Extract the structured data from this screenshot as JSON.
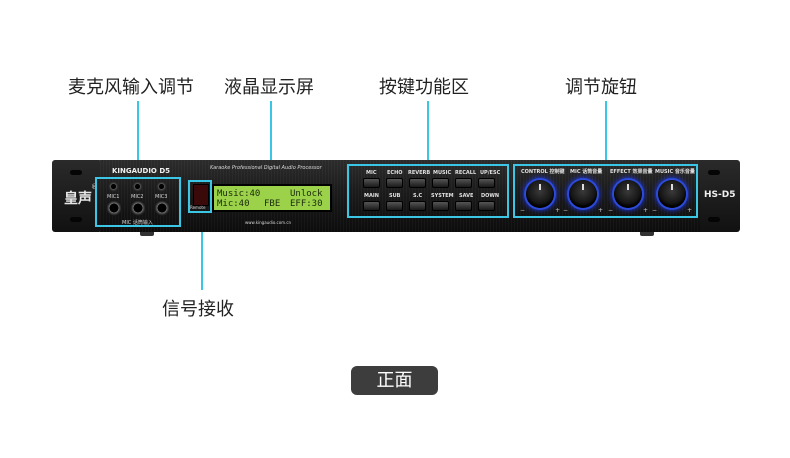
{
  "callouts": {
    "mic_input": "麦克风输入调节",
    "lcd_screen": "液晶显示屏",
    "button_area": "按键功能区",
    "knobs": "调节旋钮",
    "signal_receive": "信号接收"
  },
  "device": {
    "brand_logo": "皇声",
    "brand_mark": "®",
    "model_name": "KINGAUDIO D5",
    "model_code": "HS-D5",
    "subtitle": "Karaoke Professional Digital Audio Processor",
    "website": "www.kingaudio.com.cn",
    "remote_label": "Remote",
    "mic_jack_labels": [
      "MIC1",
      "MIC2",
      "MIC3"
    ],
    "mic_group_label": "MIC 话筒输入",
    "lcd_line1_left": "Music:40",
    "lcd_line1_right": "Unlock",
    "lcd_line2_left": "Mic:40",
    "lcd_line2_mid": "FBE",
    "lcd_line2_right": "EFF:30",
    "button_row1": [
      "MIC",
      "ECHO",
      "REVERB",
      "MUSIC",
      "RECALL",
      "UP/ESC"
    ],
    "button_row2": [
      "MAIN",
      "SUB",
      "S.C",
      "SYSTEM",
      "SAVE",
      "DOWN"
    ],
    "knob_labels": [
      "CONTROL 控制键",
      "MIC 话筒音量",
      "EFFECT 效果音量",
      "MUSIC 音乐音量"
    ],
    "knob_minus": "−",
    "knob_plus": "+",
    "accent_color": "#3cc6e6",
    "lcd_color": "#9bd24a",
    "knob_glow": "#1f3aff"
  },
  "footer": {
    "view_label": "正面"
  }
}
